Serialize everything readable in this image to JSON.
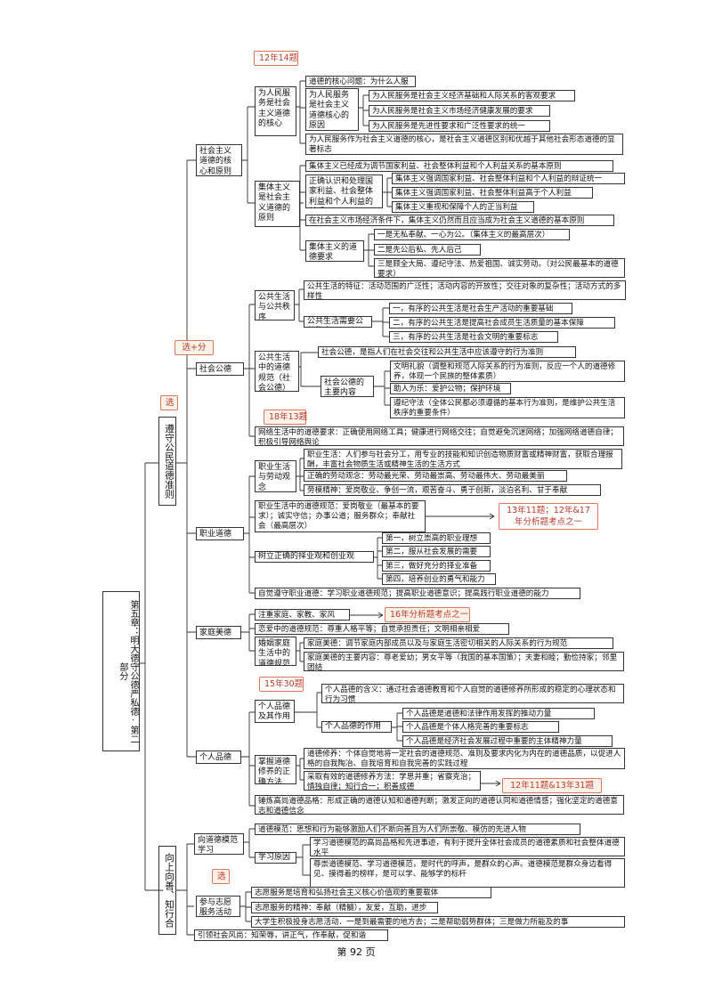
{
  "root": "第五章：明大德守公德严私德·第二部分",
  "b1": "遵守公民道德准则",
  "b2": "向上向善、知行合一",
  "c1": "社会主义道德的核心和原则",
  "c2": "社会公德",
  "c3": "职业道德",
  "c4": "家庭美德",
  "c5": "个人品德",
  "d_rmfw": "为人民服务是社会主义道德的核心",
  "t_hexin": "道德的核心问题：为什么人服务",
  "d_yuanyin": "为人民服务是社会主义道德核心的原因",
  "t_yy1": "为人民服务是社会主义经济基础和人际关系的客观要求",
  "t_yy2": "为人民服务是社会主义市场经济健康发展的要求",
  "t_yy3": "为人民服务是先进性要求和广泛性要求的统一",
  "t_rm_last": "为人民服务作为社会主义道德的核心，是社会主义道德区别和优越于其他社会形态道德的显著标志",
  "d_jiti": "集体主义是社会主义道德的原则",
  "t_jt1": "集体主义已经成为调节国家利益、社会整体利益和个人利益关系的基本原则",
  "d_zhengque": "正确认识和处理国家利益、社会整体利益和个人利益的关系",
  "t_zq1": "集体主义强调国家利益、社会整体利益和个人利益的辩证统一",
  "t_zq2": "集体主义强调国家利益、社会整体利益高于个人利益",
  "t_zq3": "集体主义重视和保障个人的正当利益",
  "t_jt_market": "在社会主义市场经济条件下，集体主义仍然而且应当成为社会主义道德的基本原则",
  "d_jtyq": "集体主义的道德要求",
  "t_yq1": "一是无私奉献、一心为公。（集体主义的最高层次）",
  "t_yq2": "二是先公后私、先人后己",
  "t_yq3": "三是顾全大局、遵纪守法、热爱祖国、诚实劳动。（对公民最基本的道德要求）",
  "d_ggsh": "公共生活与公共秩序",
  "t_gg1": "公共生活的特征：活动范围的广泛性；活动内容的开放性；交往对象的复杂性；活动方式的多样性",
  "d_ggxy": "公共生活需要公共秩序",
  "t_gx1": "一，有序的公共生活是社会生产活动的重要基础",
  "t_gx2": "二，有序的公共生活是提高社会成员生活质量的基本保障",
  "t_gx3": "三，有序的公共生活是社会文明的重要标志",
  "d_gfgf": "公共生活中的道德规范（社会公德）",
  "t_sgd": "社会公德，是指人们在社会交往和公共生活中应该遵守的行为准则",
  "d_sgdnr": "社会公德的主要内容",
  "t_nr1": "文明礼貌（调整和规范人际关系的行为准则，反应一个人的道德修养，体现一个民族的整体素质）",
  "t_nr2": "助人为乐：爱护公物；保护环境",
  "t_nr3": "遵纪守法（全体公民都必须遵循的基本行为准则，是维护公共生活秩序的重要条件）",
  "t_wangluo": "网络生活中的道德要求：正确使用网络工具；健康进行网络交往；自觉避免沉迷网络；加强网络道德自律；积极引导网络舆论",
  "d_zysh": "职业生活与劳动观念",
  "t_zy1": "职业生活：人们参与社会分工，用专业的技能和知识创造物质财富或精神财富，获取合理报酬，丰富社会物质生活或精神生活的生活方式",
  "t_zy2": "正确的劳动观念：劳动最光荣、劳动最崇高、劳动最伟大、劳动最美丽",
  "t_zy3": "劳模精神：爱岗敬业、争创一流，艰苦奋斗、勇于创新，淡泊名利、甘于奉献",
  "t_zygf": "职业生活中的道德规范：爱岗敬业（最基本的要求）；诚实守信；办事公道；服务群众；奉献社会（最高层次）",
  "d_zhiye": "树立正确的择业观和创业观",
  "t_zx1": "第一，树立崇高的职业理想",
  "t_zx2": "第二，服从社会发展的需要",
  "t_zx3": "第三，做好充分的择业准备",
  "t_zx4": "第四，培养创业的勇气和能力",
  "t_zjzy": "自觉遵守职业道德：学习职业道德规范；提高职业道德意识；提高践行职业道德的能力",
  "t_jf1": "注重家庭、家教、家风",
  "t_jf2": "恋爱中的道德规范：尊重人格平等；自觉承担责任；文明相亲相爱",
  "d_hyjt": "婚姻家庭生活中的道德规范",
  "t_hy1": "家庭美德：调节家庭内部成员以及与家庭生活密切相关的人际关系的行为规范",
  "t_hy2": "家庭美德的主要内容：尊老爱幼；男女平等（我国的基本国策）；夫妻和睦；勤俭持家；邻里团结",
  "d_grpd": "个人品德及其作用",
  "t_gr1": "个人品德的含义：通过社会道德教育和个人自觉的道德修养所形成的稳定的心理状态和行为习惯",
  "d_grzy": "个人品德的作用",
  "t_gz1": "个人品德是道德和法律作用发挥的推动力量",
  "t_gz2": "个人品德是个体人格完善的重要标志",
  "t_gz3": "个人品德是经济社会发展过程中重要的主体精神力量",
  "d_zwxy": "掌握道德修养的正确方法",
  "t_xy1": "道德修养：个体自觉地将一定社会的道德规范、准则及要求内化为内在的道德品质，以促进人格的自我陶冶、自我培育和自我完善的实践过程",
  "t_xy2": "采取有效的道德修养方法：学思并重；省察克治；慎独自律；知行合一；积善成德",
  "t_dlgs": "锤炼高尚道德品格：形成正确的道德认知和道德判断；激发正向的道德认同和道德情感；强化坚定的道德意志和道德信念",
  "d_xdmf": "向道德模范学习",
  "t_mf1": "道德模范：思想和行为能够激励人们不断向善且为人们所崇敬、模仿的先进人物",
  "d_xxyy": "学习原因",
  "t_xx1": "学习道德模范的高尚品格和先进事迹，有利于提升全体社会成员的道德素质和社会整体道德水平",
  "t_xx2": "尊崇道德模范、学习道德模范，是时代的呼声，是群众的心声。道德模范是群众身边看得见、摸得着的榜样，是可以学、能够学的标杆",
  "d_zyfw": "参与志愿服务活动",
  "t_zf1": "志愿服务是培育和弘扬社会主义核心价值观的重要载体",
  "t_zf2": "志愿服务的精神：奉献（精髓），友爱，互助，进步",
  "t_zf3": "大学生积极投身志愿活动．一是到最需要的地方去；二是帮助弱势群体；三是做力所能及的事",
  "t_yl": "引领社会风尚：知荣辱，讲正气，作奉献，促和谐",
  "tags": {
    "n1214": "12年14题",
    "xuan1": "选",
    "xuanfen": "选+分",
    "n1813": "18年13题",
    "n1311": "13年11题；12年&17年分析题考点之一",
    "n16fx": "16年分析题考点之一",
    "n1530": "15年30题",
    "n1211": "12年11题&13年31题",
    "xuan2": "选"
  },
  "page": "第 92 页",
  "colors": {
    "tag_border": "#d87a5a",
    "tag_text": "#c0392b",
    "line": "#333333"
  }
}
